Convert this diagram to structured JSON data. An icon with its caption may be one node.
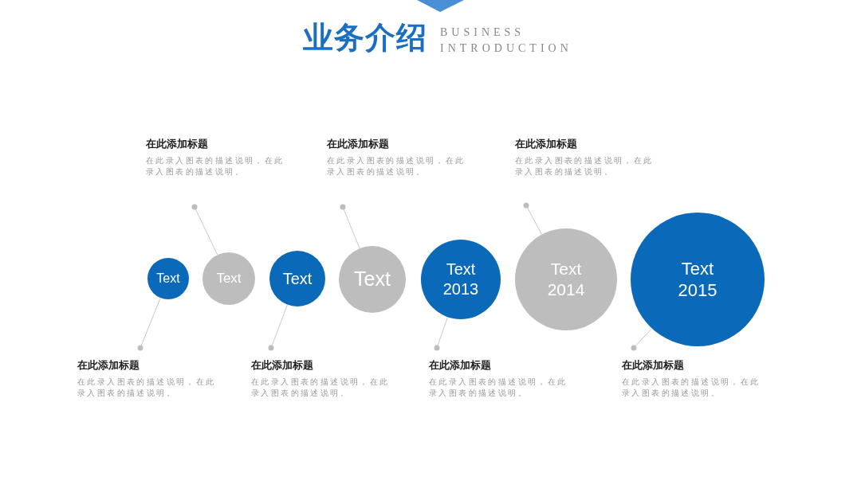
{
  "diagram": {
    "title": "业务介绍",
    "nodes": [
      {
        "text": [
          "在此添加标题",
          "在此录入图表的描述说明，在此录入图表的描述说明。"
        ]
      },
      {
        "text": [
          "在此添加标题",
          "在此录入图表的描述说明，在此录入图表的描述说明。"
        ]
      },
      {
        "text": [
          "在此添加标题",
          "在此录入图表的描述说明，在此录入图表的描述说明。"
        ]
      },
      {
        "text": [
          "Text"
        ]
      },
      {
        "text": [
          "Text"
        ]
      },
      {
        "text": [
          "Text"
        ]
      },
      {
        "text": [
          "Text"
        ]
      },
      {
        "text": [
          "Text 2013"
        ]
      },
      {
        "text": [
          "Text 2014"
        ]
      },
      {
        "text": [
          "Text 2015"
        ]
      },
      {
        "text": [
          "在此添加标题",
          "在此录入图表的描述说明，在此录入图表的描述说明。"
        ]
      },
      {
        "text": [
          "在此添加标题",
          "在此录入图表的描述说明，在此录入图表的描述说明。"
        ]
      },
      {
        "text": [
          "在此添加标题",
          "在此录入图表的描述说明，在此录入图表的描述说明。"
        ]
      },
      {
        "text": [
          "在此添加标题",
          "在此录入图表的描述说明，在此录入图表的描述说明。"
        ]
      }
    ],
    "edges": [
      {
        "from": 0,
        "to": 4,
        "arrow": "other"
      },
      {
        "from": 1,
        "to": 6,
        "arrow": "other"
      },
      {
        "from": 2,
        "to": 8,
        "arrow": "other"
      },
      {
        "from": 10,
        "to": 3,
        "arrow": "other"
      },
      {
        "from": 11,
        "to": 5,
        "arrow": "other"
      },
      {
        "from": 12,
        "to": 7,
        "arrow": "other"
      },
      {
        "from": 13,
        "to": 9,
        "arrow": "other"
      }
    ],
    "labels": [
      "BUSINESS",
      "INTRODUCTION"
    ]
  }
}
